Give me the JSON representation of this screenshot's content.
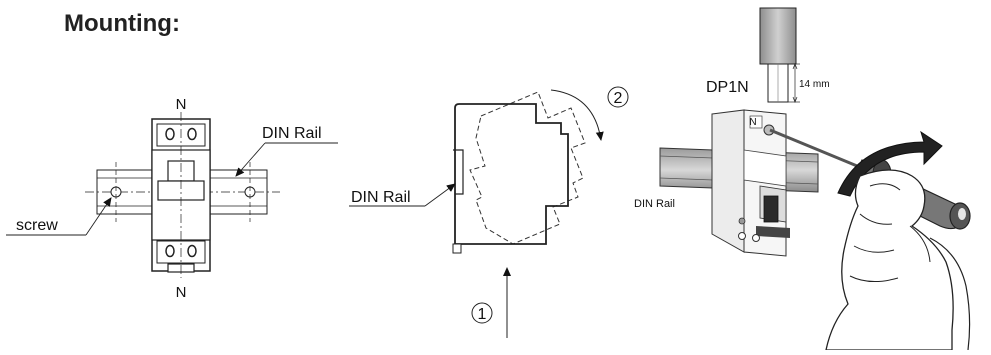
{
  "title": "Mounting:",
  "fig1": {
    "top_terminal": "N",
    "bottom_terminal": "N",
    "rail_label": "DIN Rail",
    "screw_label": "screw"
  },
  "fig2": {
    "rail_label": "DIN Rail",
    "step1": "1",
    "step2": "2"
  },
  "fig3": {
    "product": "DP1N",
    "strip_length": "14 mm",
    "rail_label": "DIN Rail",
    "device_mark": "N"
  }
}
